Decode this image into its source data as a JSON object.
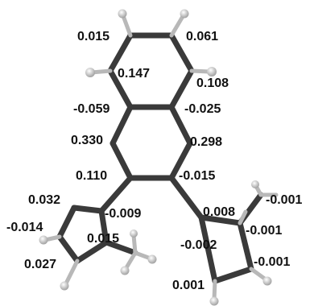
{
  "diagram": {
    "colors": {
      "bond_dark": "#3a3a3a",
      "bond_light": "#b8b8b8",
      "hydrogen": "#f2f2f2",
      "label": "#111111"
    },
    "labels": {
      "l1": "0.015",
      "l2": "0.061",
      "l3": "0.147",
      "l4": "0.108",
      "l5": "-0.059",
      "l6": "-0.025",
      "l7": "0.330",
      "l8": "0.298",
      "l9": "0.110",
      "l10": "-0.015",
      "l11": "0.032",
      "l12": "-0.009",
      "l13": "0.008",
      "l14": "-0.001",
      "l15": "-0.014",
      "l16": "0.015",
      "l17": "-0.002",
      "l18": "-0.001",
      "l19": "0.027",
      "l20": "-0.001",
      "l21": "0.001"
    }
  }
}
